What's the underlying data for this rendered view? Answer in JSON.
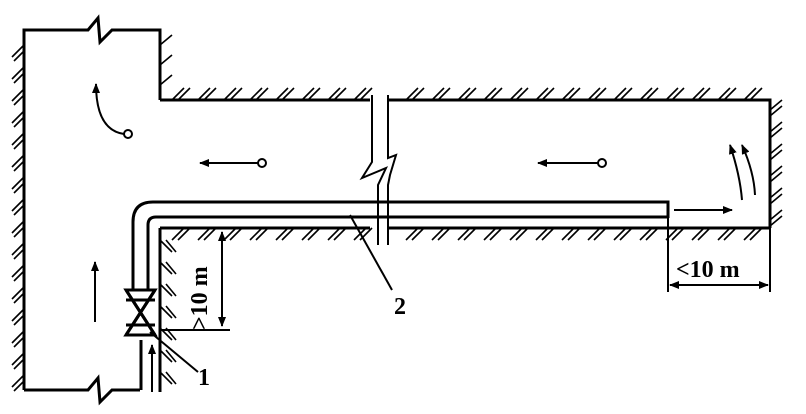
{
  "diagram": {
    "type": "ventilation-schematic",
    "labels": {
      "pipe_outlet_distance": "<10 m",
      "valve_height": ">10 m",
      "valve_callout": "1",
      "pipe_callout": "2"
    },
    "components": {
      "1": "valve",
      "2": "pipe"
    }
  }
}
